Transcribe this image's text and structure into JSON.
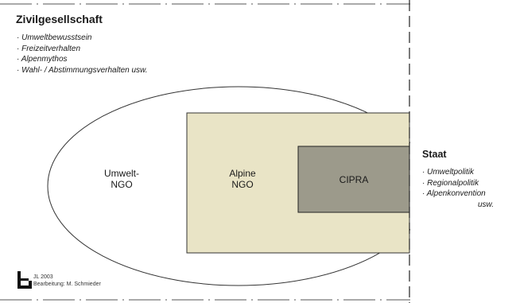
{
  "zivilgesellschaft": {
    "title": "Zivilgesellschaft",
    "items": [
      "Umweltbewusstsein",
      "Freizeitverhalten",
      "Alpenmythos",
      "Wahl- / Abstimmungsverhalten usw."
    ]
  },
  "staat": {
    "title": "Staat",
    "items": [
      "Umweltpolitik",
      "Regionalpolitik",
      "Alpenkonvention"
    ],
    "etc": "usw."
  },
  "shapes": {
    "umwelt_ngo_line1": "Umwelt-",
    "umwelt_ngo_line2": "NGO",
    "alpine_ngo_line1": "Alpine",
    "alpine_ngo_line2": "NGO",
    "cipra": "CIPRA"
  },
  "footer": {
    "line1": "JL 2003",
    "line2": "Bearbeitung: M. Schmieder"
  },
  "colors": {
    "alpine_fill": "#e9e4c6",
    "cipra_fill": "#9c9a8b",
    "outline": "#222222"
  }
}
